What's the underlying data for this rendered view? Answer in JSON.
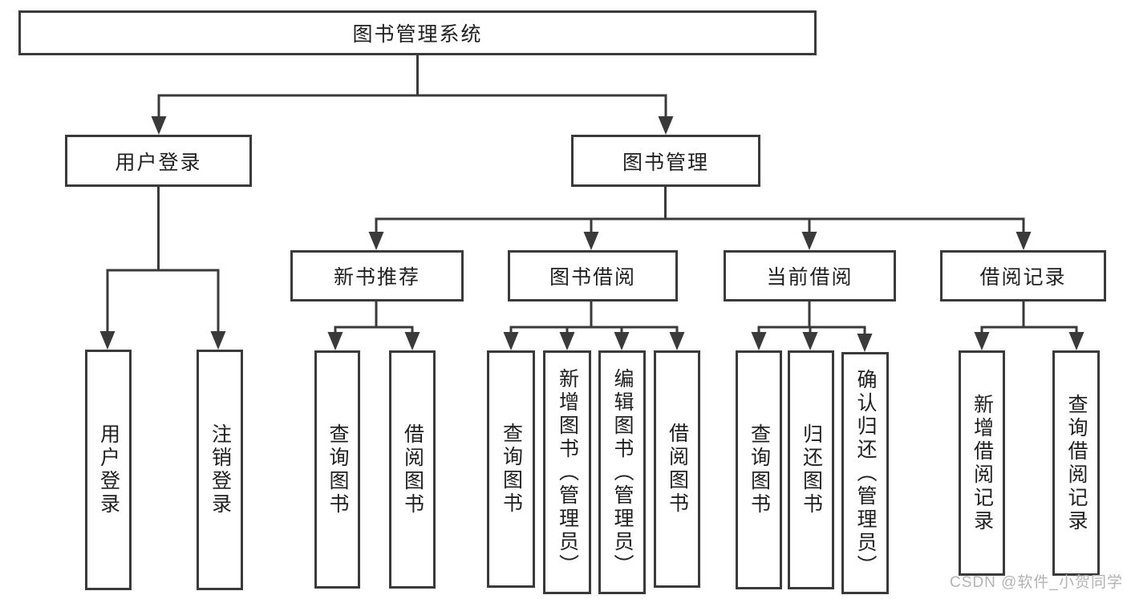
{
  "colors": {
    "line": "#3a3a3a",
    "box_border": "#3a3a3a",
    "text": "#1f1f1f",
    "watermark": "#b3b3b3",
    "background": "#ffffff"
  },
  "watermark": {
    "text": "CSDN @软件_小贺同学"
  },
  "tree": {
    "root": "图书管理系统",
    "children": [
      {
        "label": "用户登录",
        "children": [
          "用户登录",
          "注销登录"
        ]
      },
      {
        "label": "图书管理",
        "children": [
          {
            "label": "新书推荐",
            "children": [
              "查询图书",
              "借阅图书"
            ]
          },
          {
            "label": "图书借阅",
            "children": [
              "查询图书",
              "新增图书（管理员）",
              "编辑图书（管理员）",
              "借阅图书"
            ]
          },
          {
            "label": "当前借阅",
            "children": [
              "查询图书",
              "归还图书",
              "确认归还（管理员）"
            ]
          },
          {
            "label": "借阅记录",
            "children": [
              "新增借阅记录",
              "查询借阅记录"
            ]
          }
        ]
      }
    ]
  }
}
